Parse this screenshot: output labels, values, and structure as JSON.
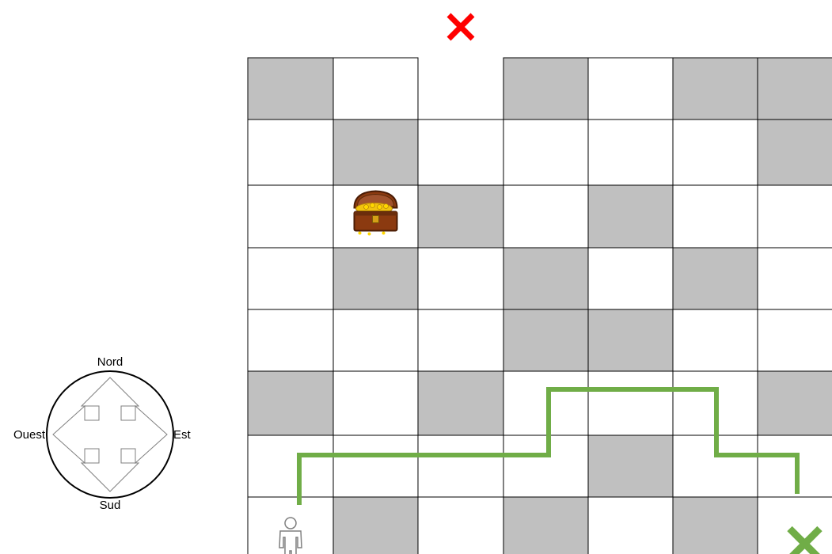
{
  "compass": {
    "north": "Nord",
    "south": "Sud",
    "east": "Est",
    "west": "Ouest"
  },
  "grid": {
    "columns": 7,
    "rows": 8,
    "colors": {
      "shaded": "#c0c0c0",
      "empty": "#ffffff",
      "line": "#000000",
      "path": "#70ad47",
      "exit_marker": "#ff0000",
      "goal_marker": "#70ad47"
    },
    "cells": [
      [
        "shaded",
        "white",
        "open",
        "shaded",
        "white",
        "shaded",
        "shaded"
      ],
      [
        "white",
        "shaded",
        "white",
        "white",
        "white",
        "white",
        "shaded"
      ],
      [
        "white",
        "white",
        "shaded",
        "white",
        "shaded",
        "white",
        "white"
      ],
      [
        "white",
        "shaded",
        "white",
        "shaded",
        "white",
        "shaded",
        "white"
      ],
      [
        "white",
        "white",
        "white",
        "shaded",
        "shaded",
        "white",
        "white"
      ],
      [
        "shaded",
        "white",
        "shaded",
        "white",
        "white",
        "white",
        "shaded"
      ],
      [
        "white",
        "white",
        "white",
        "white",
        "shaded",
        "white",
        "white"
      ],
      [
        "white",
        "shaded",
        "white",
        "shaded",
        "white",
        "shaded",
        "white"
      ]
    ]
  },
  "markers": {
    "exit": {
      "icon": "red-x-icon",
      "column": 2,
      "row": -1
    },
    "treasure": {
      "icon": "treasure-chest-icon",
      "column": 1,
      "row": 2
    },
    "player": {
      "icon": "person-icon",
      "column": 0,
      "row": 7
    },
    "goal": {
      "icon": "green-x-icon",
      "column": 6,
      "row": 7
    }
  },
  "path": {
    "cells": [
      [
        0,
        7
      ],
      [
        0,
        6
      ],
      [
        1,
        6
      ],
      [
        2,
        6
      ],
      [
        3,
        6
      ],
      [
        3,
        5
      ],
      [
        4,
        5
      ],
      [
        5,
        5
      ],
      [
        5,
        6
      ],
      [
        6,
        6
      ],
      [
        6,
        7
      ]
    ]
  }
}
